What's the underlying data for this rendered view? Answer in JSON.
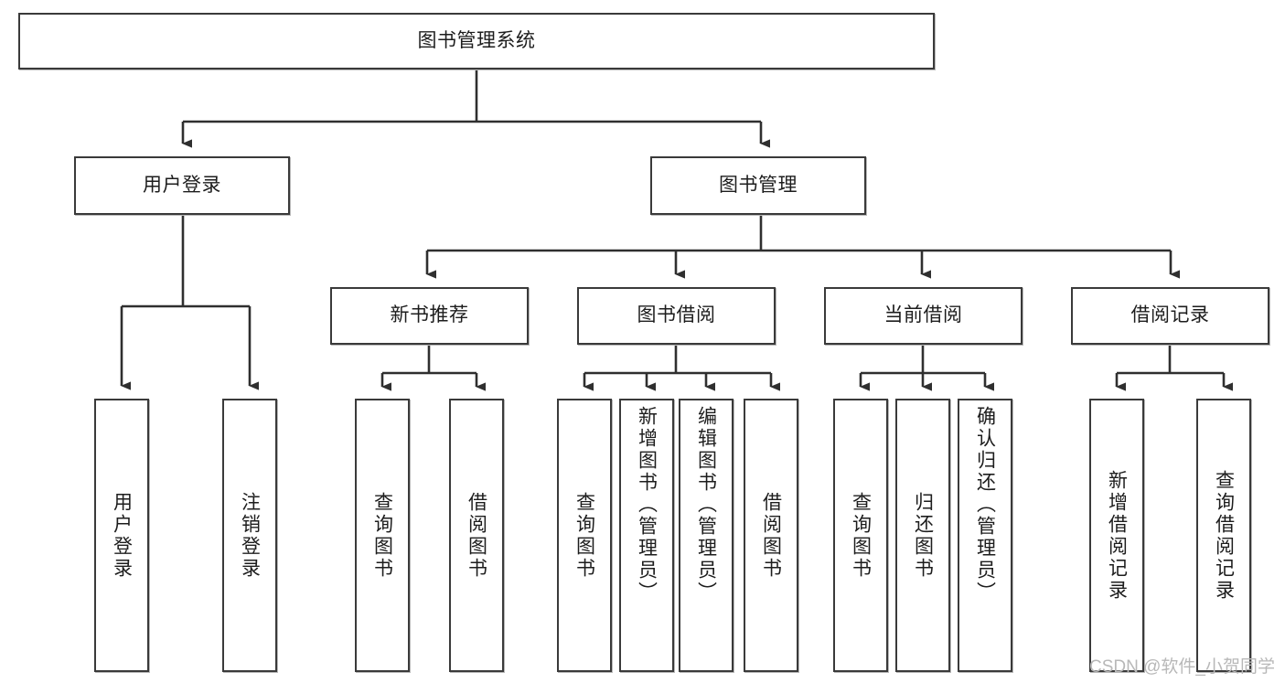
{
  "diagram": {
    "title": "图书管理系统",
    "type": "hierarchy-tree",
    "root": {
      "label": "图书管理系统"
    },
    "level2": [
      {
        "label": "用户登录"
      },
      {
        "label": "图书管理"
      }
    ],
    "level3": [
      {
        "label": "新书推荐"
      },
      {
        "label": "图书借阅"
      },
      {
        "label": "当前借阅"
      },
      {
        "label": "借阅记录"
      }
    ],
    "leaves": {
      "user_login": [
        {
          "label": "用户登录"
        },
        {
          "label": "注销登录"
        }
      ],
      "new_book_recommend": [
        {
          "label": "查询图书"
        },
        {
          "label": "借阅图书"
        }
      ],
      "book_borrow": [
        {
          "label": "查询图书"
        },
        {
          "label": "新增图书（管理员）"
        },
        {
          "label": "编辑图书（管理员）"
        },
        {
          "label": "借阅图书"
        }
      ],
      "current_borrow": [
        {
          "label": "查询图书"
        },
        {
          "label": "归还图书"
        },
        {
          "label": "确认归还（管理员）"
        }
      ],
      "borrow_record": [
        {
          "label": "新增借阅记录"
        },
        {
          "label": "查询借阅记录"
        }
      ]
    }
  },
  "watermark": {
    "text": "CSDN @软件_小贺同学"
  },
  "colors": {
    "stroke": "#3a3a3a",
    "fill": "#ffffff",
    "text": "#1d1d1d",
    "watermark": "#b8b8b8"
  }
}
